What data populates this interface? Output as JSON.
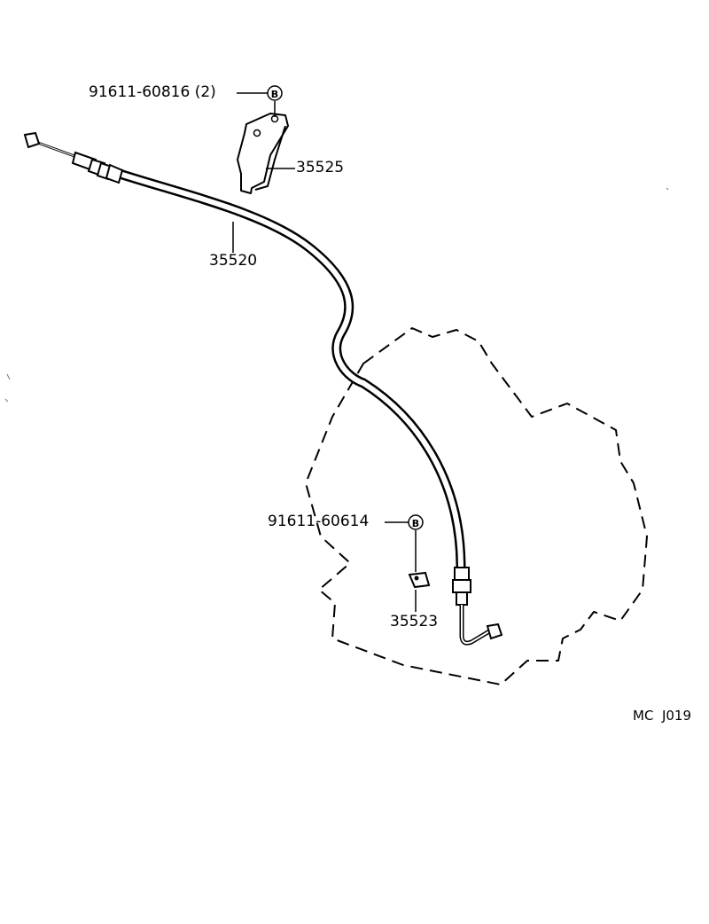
{
  "diagram": {
    "callouts": {
      "bolt_upper": "91611-60816 (2)",
      "bracket_upper": "35525",
      "cable": "35520",
      "bolt_lower": "91611-60614",
      "bracket_lower": "35523"
    },
    "bolt_marker_symbol": "B",
    "figure_code": "MC  J019"
  }
}
